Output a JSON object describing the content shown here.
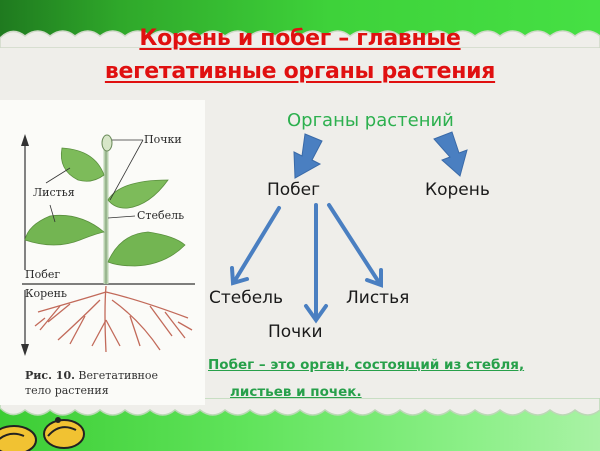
{
  "title": {
    "line1": "Корень и побег – главные",
    "line2": "вегетативные органы растения",
    "color": "#e01010"
  },
  "figure": {
    "labels": {
      "buds": "Почки",
      "leaves": "Листья",
      "stem": "Стебель",
      "shoot": "Побег",
      "root": "Корень"
    },
    "caption_bold": "Рис. 10.",
    "caption_rest": " Вегетативное",
    "caption_line2": "тело растения"
  },
  "diagram": {
    "root_node": "Органы растений",
    "root_color": "#2db04f",
    "shoot": "Побег",
    "root": "Корень",
    "stem": "Стебель",
    "buds": "Почки",
    "leaves": "Листья",
    "arrow_color": "#4a7fc1"
  },
  "definition": {
    "line1": "Побег – это орган, состоящий из стебля,",
    "line2": "листьев и почек.",
    "color": "#27a04a"
  },
  "decoration": {
    "top_band_color": "#3ed23a",
    "bottom_band_color": "#6fe86a"
  }
}
